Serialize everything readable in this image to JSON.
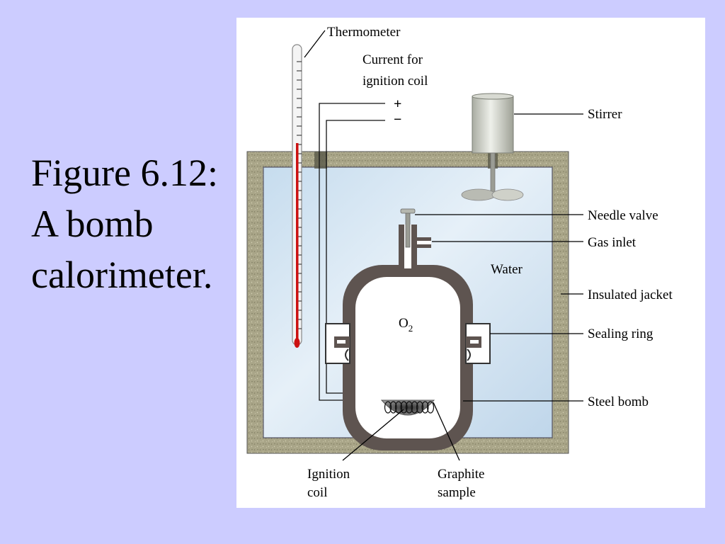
{
  "slide": {
    "title": "Figure 6.12: A bomb calorimeter."
  },
  "diagram": {
    "labels": {
      "thermometer": "Thermometer",
      "current_line1": "Current for",
      "current_line2": "ignition coil",
      "plus": "+",
      "minus": "−",
      "stirrer": "Stirrer",
      "needle_valve": "Needle valve",
      "gas_inlet": "Gas inlet",
      "water": "Water",
      "insulated_jacket": "Insulated jacket",
      "oxygen": "O",
      "oxygen_sub": "2",
      "sealing_ring": "Sealing ring",
      "steel_bomb": "Steel bomb",
      "ignition_line1": "Ignition",
      "ignition_line2": "coil",
      "graphite_line1": "Graphite",
      "graphite_line2": "sample"
    },
    "colors": {
      "background": "#ccccff",
      "jacket": "#a9a588",
      "water": "#cfe1f0",
      "bomb_wall": "#5e5450",
      "mercury": "#cc1111"
    }
  }
}
